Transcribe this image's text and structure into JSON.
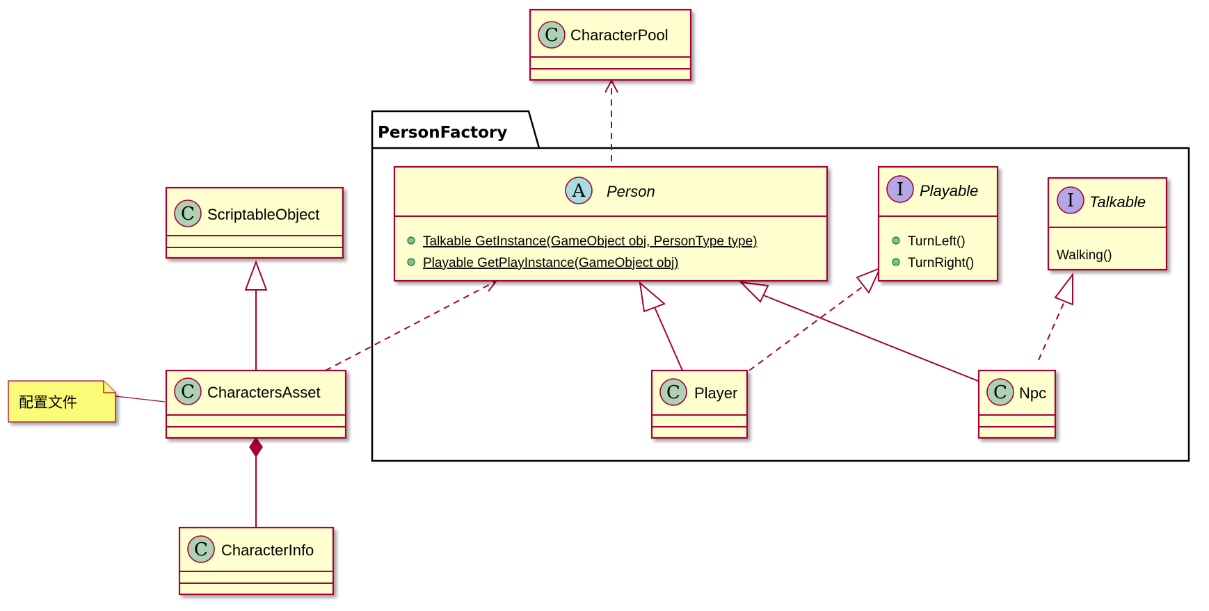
{
  "package": {
    "name": "PersonFactory"
  },
  "classes": {
    "character_pool": {
      "letter": "C",
      "name": "CharacterPool"
    },
    "scriptable_object": {
      "letter": "C",
      "name": "ScriptableObject"
    },
    "characters_asset": {
      "letter": "C",
      "name": "CharactersAsset"
    },
    "character_info": {
      "letter": "C",
      "name": "CharacterInfo"
    },
    "person": {
      "letter": "A",
      "name": "Person",
      "methods": [
        "Talkable GetInstance(GameObject obj, PersonType type)",
        "Playable GetPlayInstance(GameObject obj)"
      ]
    },
    "playable": {
      "letter": "I",
      "name": "Playable",
      "methods": [
        "TurnLeft()",
        "TurnRight()"
      ]
    },
    "talkable": {
      "letter": "I",
      "name": "Talkable",
      "methods": [
        "Walking()"
      ]
    },
    "player": {
      "letter": "C",
      "name": "Player"
    },
    "npc": {
      "letter": "C",
      "name": "Npc"
    }
  },
  "note": {
    "text": "配置文件"
  },
  "colors": {
    "class_fill": "#FEFECE",
    "border": "#A80036",
    "class_circle": "#ADD1B2",
    "abstract_circle": "#A9DCDF",
    "interface_circle": "#B4A7E5",
    "note_fill": "#FBFB77"
  }
}
